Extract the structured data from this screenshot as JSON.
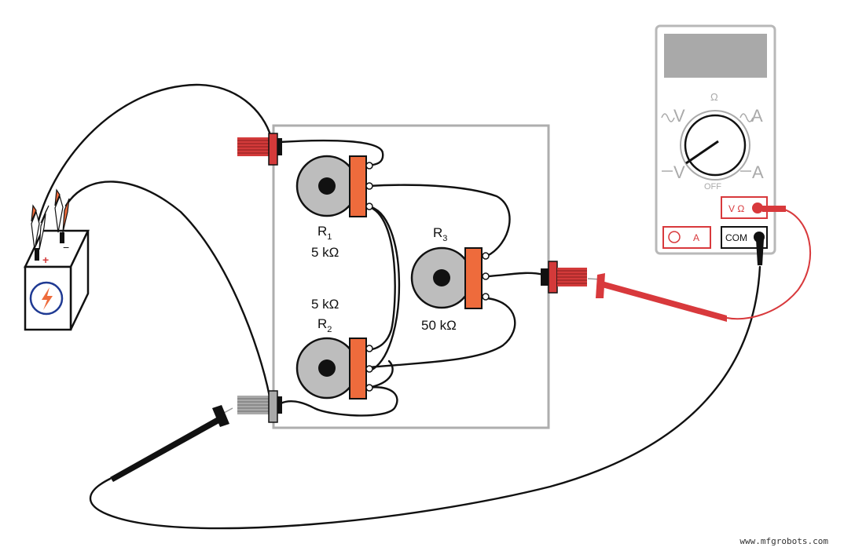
{
  "colors": {
    "wire": "#111111",
    "red_probe": "#d8393c",
    "black_probe": "#111111",
    "terminal_orange": "#ee6b3c",
    "terminal_red": "#d33a3a",
    "terminal_grey": "#a9a9a9",
    "pot_grey": "#bdbdbd",
    "box_border": "#aeaeae",
    "meter_border": "#b8b8b8",
    "meter_display": "#a9a9a9",
    "battery_symbol": "#1f3a93"
  },
  "battery": {
    "positive_label": "+",
    "negative_label": "−",
    "icon": "lightning-bolt-icon"
  },
  "resistors": [
    {
      "name": "R",
      "sub": "1",
      "value": "5 kΩ"
    },
    {
      "name": "R",
      "sub": "2",
      "value": "5 kΩ"
    },
    {
      "name": "R",
      "sub": "3",
      "value": "50 kΩ"
    }
  ],
  "multimeter": {
    "dial": {
      "ohm": "Ω",
      "ac_v": "V",
      "ac_a": "A",
      "dc_v": "V",
      "dc_a": "A",
      "off": "OFF"
    },
    "jacks": {
      "voltage_ohm": "V Ω",
      "amps": "A",
      "common": "COM"
    }
  },
  "watermark": "www.mfgrobots.com"
}
